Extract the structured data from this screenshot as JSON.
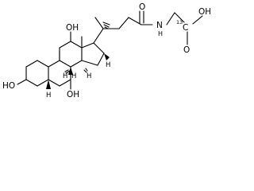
{
  "molecule": {
    "labels": {
      "oxygen_top": "O",
      "nh": "N",
      "nh_h": "H",
      "isotope_mass": "13",
      "isotope_c": "C",
      "carboxyl_oh": "OH",
      "carboxyl_o": "O",
      "oh_12": "OH",
      "oh_3": "HO",
      "oh_7": "OH",
      "ring_h_9": "H",
      "ring_h_8": "H",
      "ring_h_14": "H",
      "ring_h_5": "H",
      "ring_h_17": "H"
    }
  }
}
